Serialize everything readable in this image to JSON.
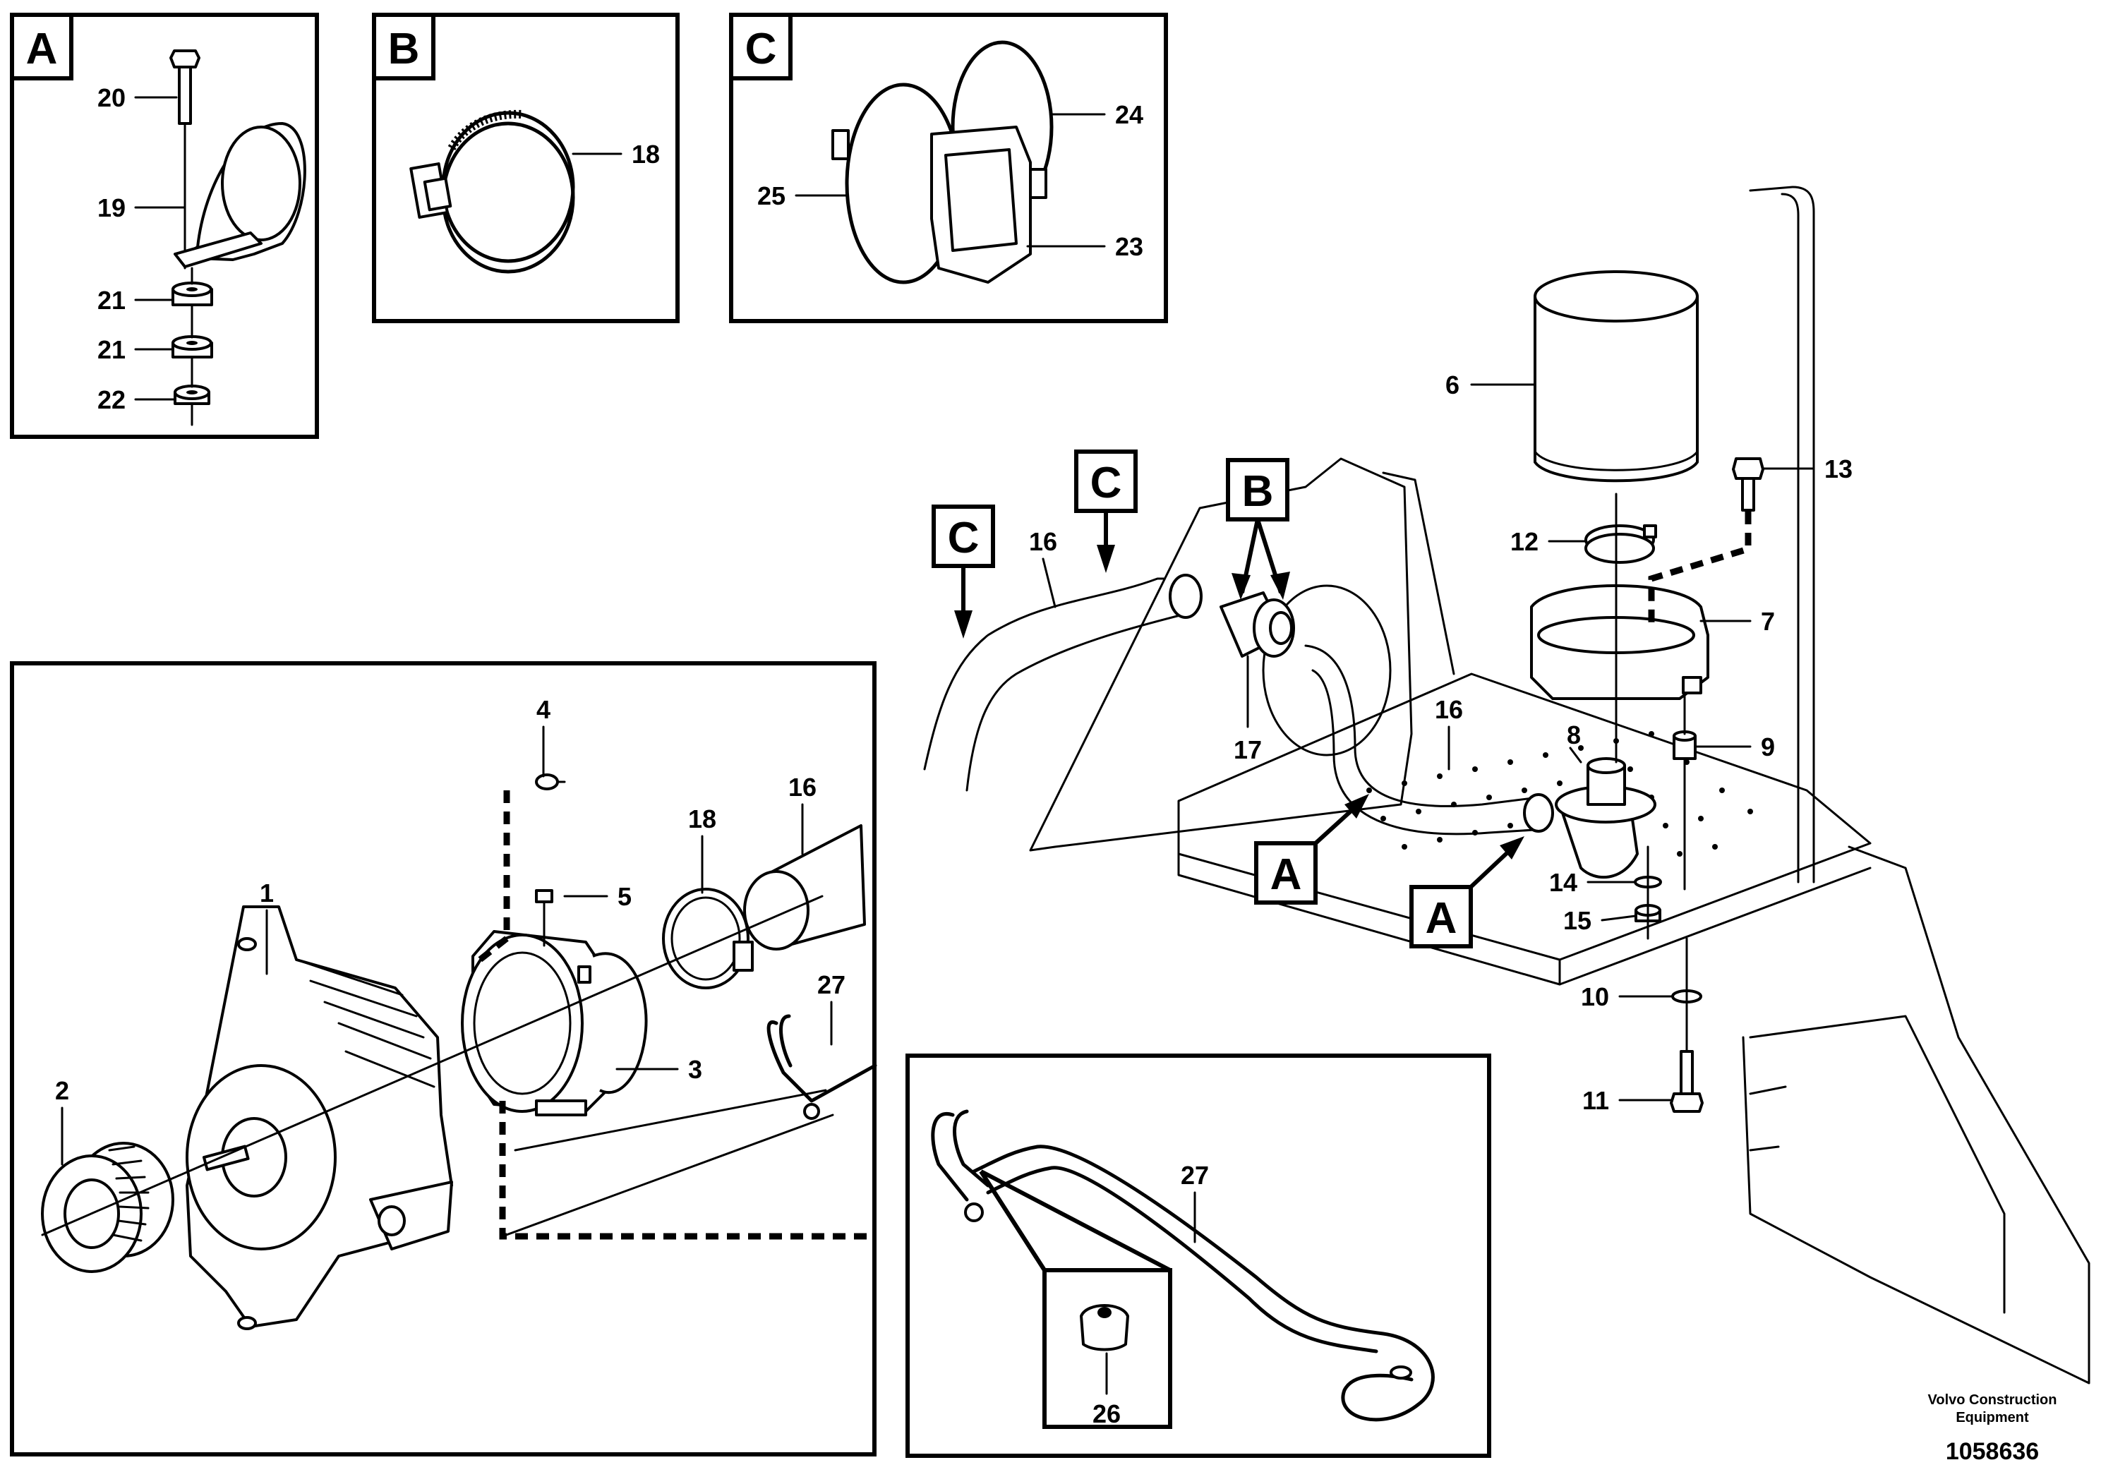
{
  "inset_labels": {
    "a": "A",
    "b": "B",
    "c": "C"
  },
  "view_labels": {
    "c_left": "C",
    "c_right": "C",
    "b": "B",
    "a_left": "A",
    "a_right": "A"
  },
  "callouts": {
    "c1": "1",
    "c2": "2",
    "c3": "3",
    "c4": "4",
    "c5": "5",
    "c6": "6",
    "c7": "7",
    "c8": "8",
    "c9": "9",
    "c10": "10",
    "c11": "11",
    "c12": "12",
    "c13": "13",
    "c14": "14",
    "c15": "15",
    "c16a": "16",
    "c16b": "16",
    "c16c": "16",
    "c17": "17",
    "c18a": "18",
    "c18b": "18",
    "c19": "19",
    "c20": "20",
    "c21a": "21",
    "c21b": "21",
    "c22": "22",
    "c23": "23",
    "c24": "24",
    "c25": "25",
    "c26": "26",
    "c27a": "27",
    "c27b": "27"
  },
  "footer": {
    "brand_line1": "Volvo Construction",
    "brand_line2": "Equipment",
    "drawing_number": "1058636"
  }
}
